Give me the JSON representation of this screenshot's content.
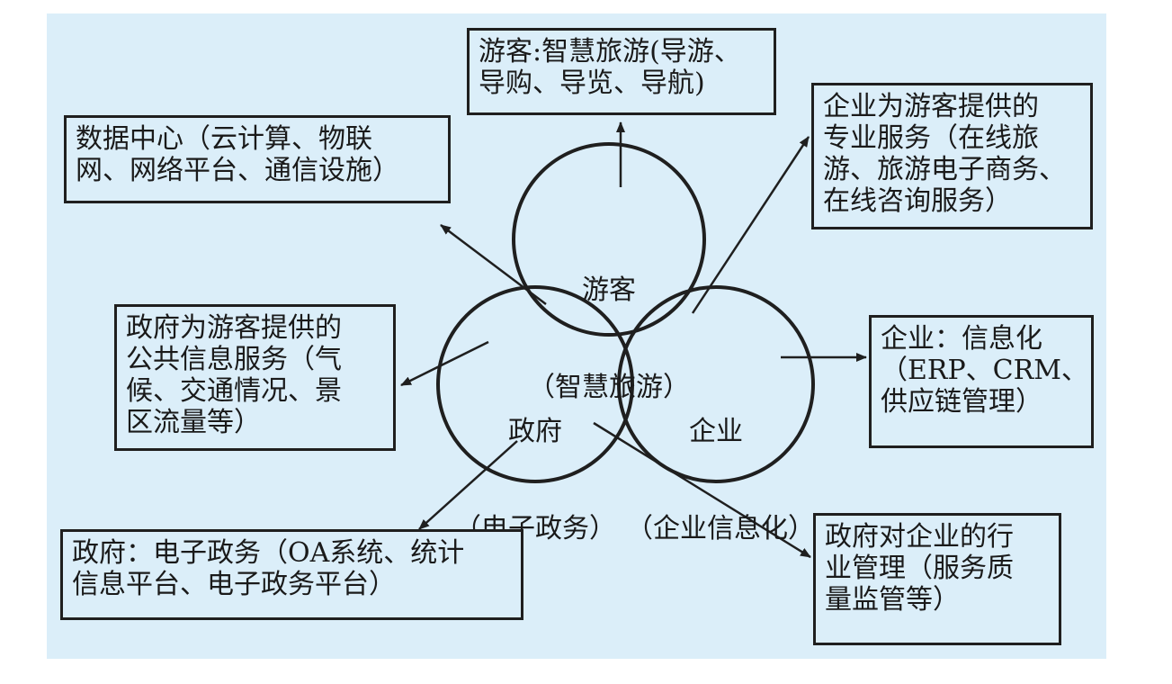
{
  "circles": {
    "tourist": {
      "title": "游客",
      "subtitle": "（智慧旅游）"
    },
    "government": {
      "title": "政府",
      "subtitle": "（电子政务）"
    },
    "enterprise": {
      "title": "企业",
      "subtitle": "（企业信息化）"
    }
  },
  "boxes": {
    "tourist_smart": "游客:智慧旅游(导游、\n导购、导览、导航)",
    "data_center": "数据中心（云计算、物联\n网、网络平台、通信设施）",
    "enterprise_services": "企业为游客提供的\n专业服务（在线旅\n游、旅游电子商务、\n在线咨询服务）",
    "gov_public_info": "政府为游客提供的\n公共信息服务（气\n候、交通情况、景\n区流量等）",
    "enterprise_info": "企业：信息化\n（ERP、CRM、\n供应链管理）",
    "gov_egov": "政府：电子政务（OA系统、统计\n信息平台、电子政务平台）",
    "gov_industry_mgmt": "政府对企业的行\n业管理（服务质\n量监管等）"
  },
  "colors": {
    "background": "#dbeef9",
    "stroke": "#1f1f1f"
  }
}
